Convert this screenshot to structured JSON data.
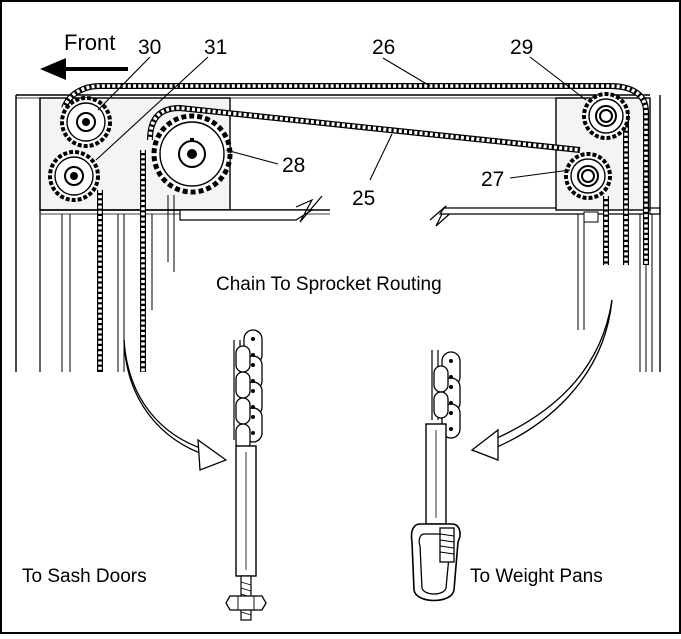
{
  "diagram": {
    "direction_label": "Front",
    "title": "Chain To Sprocket Routing",
    "callouts": {
      "c25": "25",
      "c26": "26",
      "c27": "27",
      "c28": "28",
      "c29": "29",
      "c30": "30",
      "c31": "31"
    },
    "captions": {
      "left": "To Sash Doors",
      "right": "To Weight Pans"
    }
  },
  "colors": {
    "ink": "#000000",
    "paper": "#ffffff",
    "panel": "#f2f2f2"
  }
}
